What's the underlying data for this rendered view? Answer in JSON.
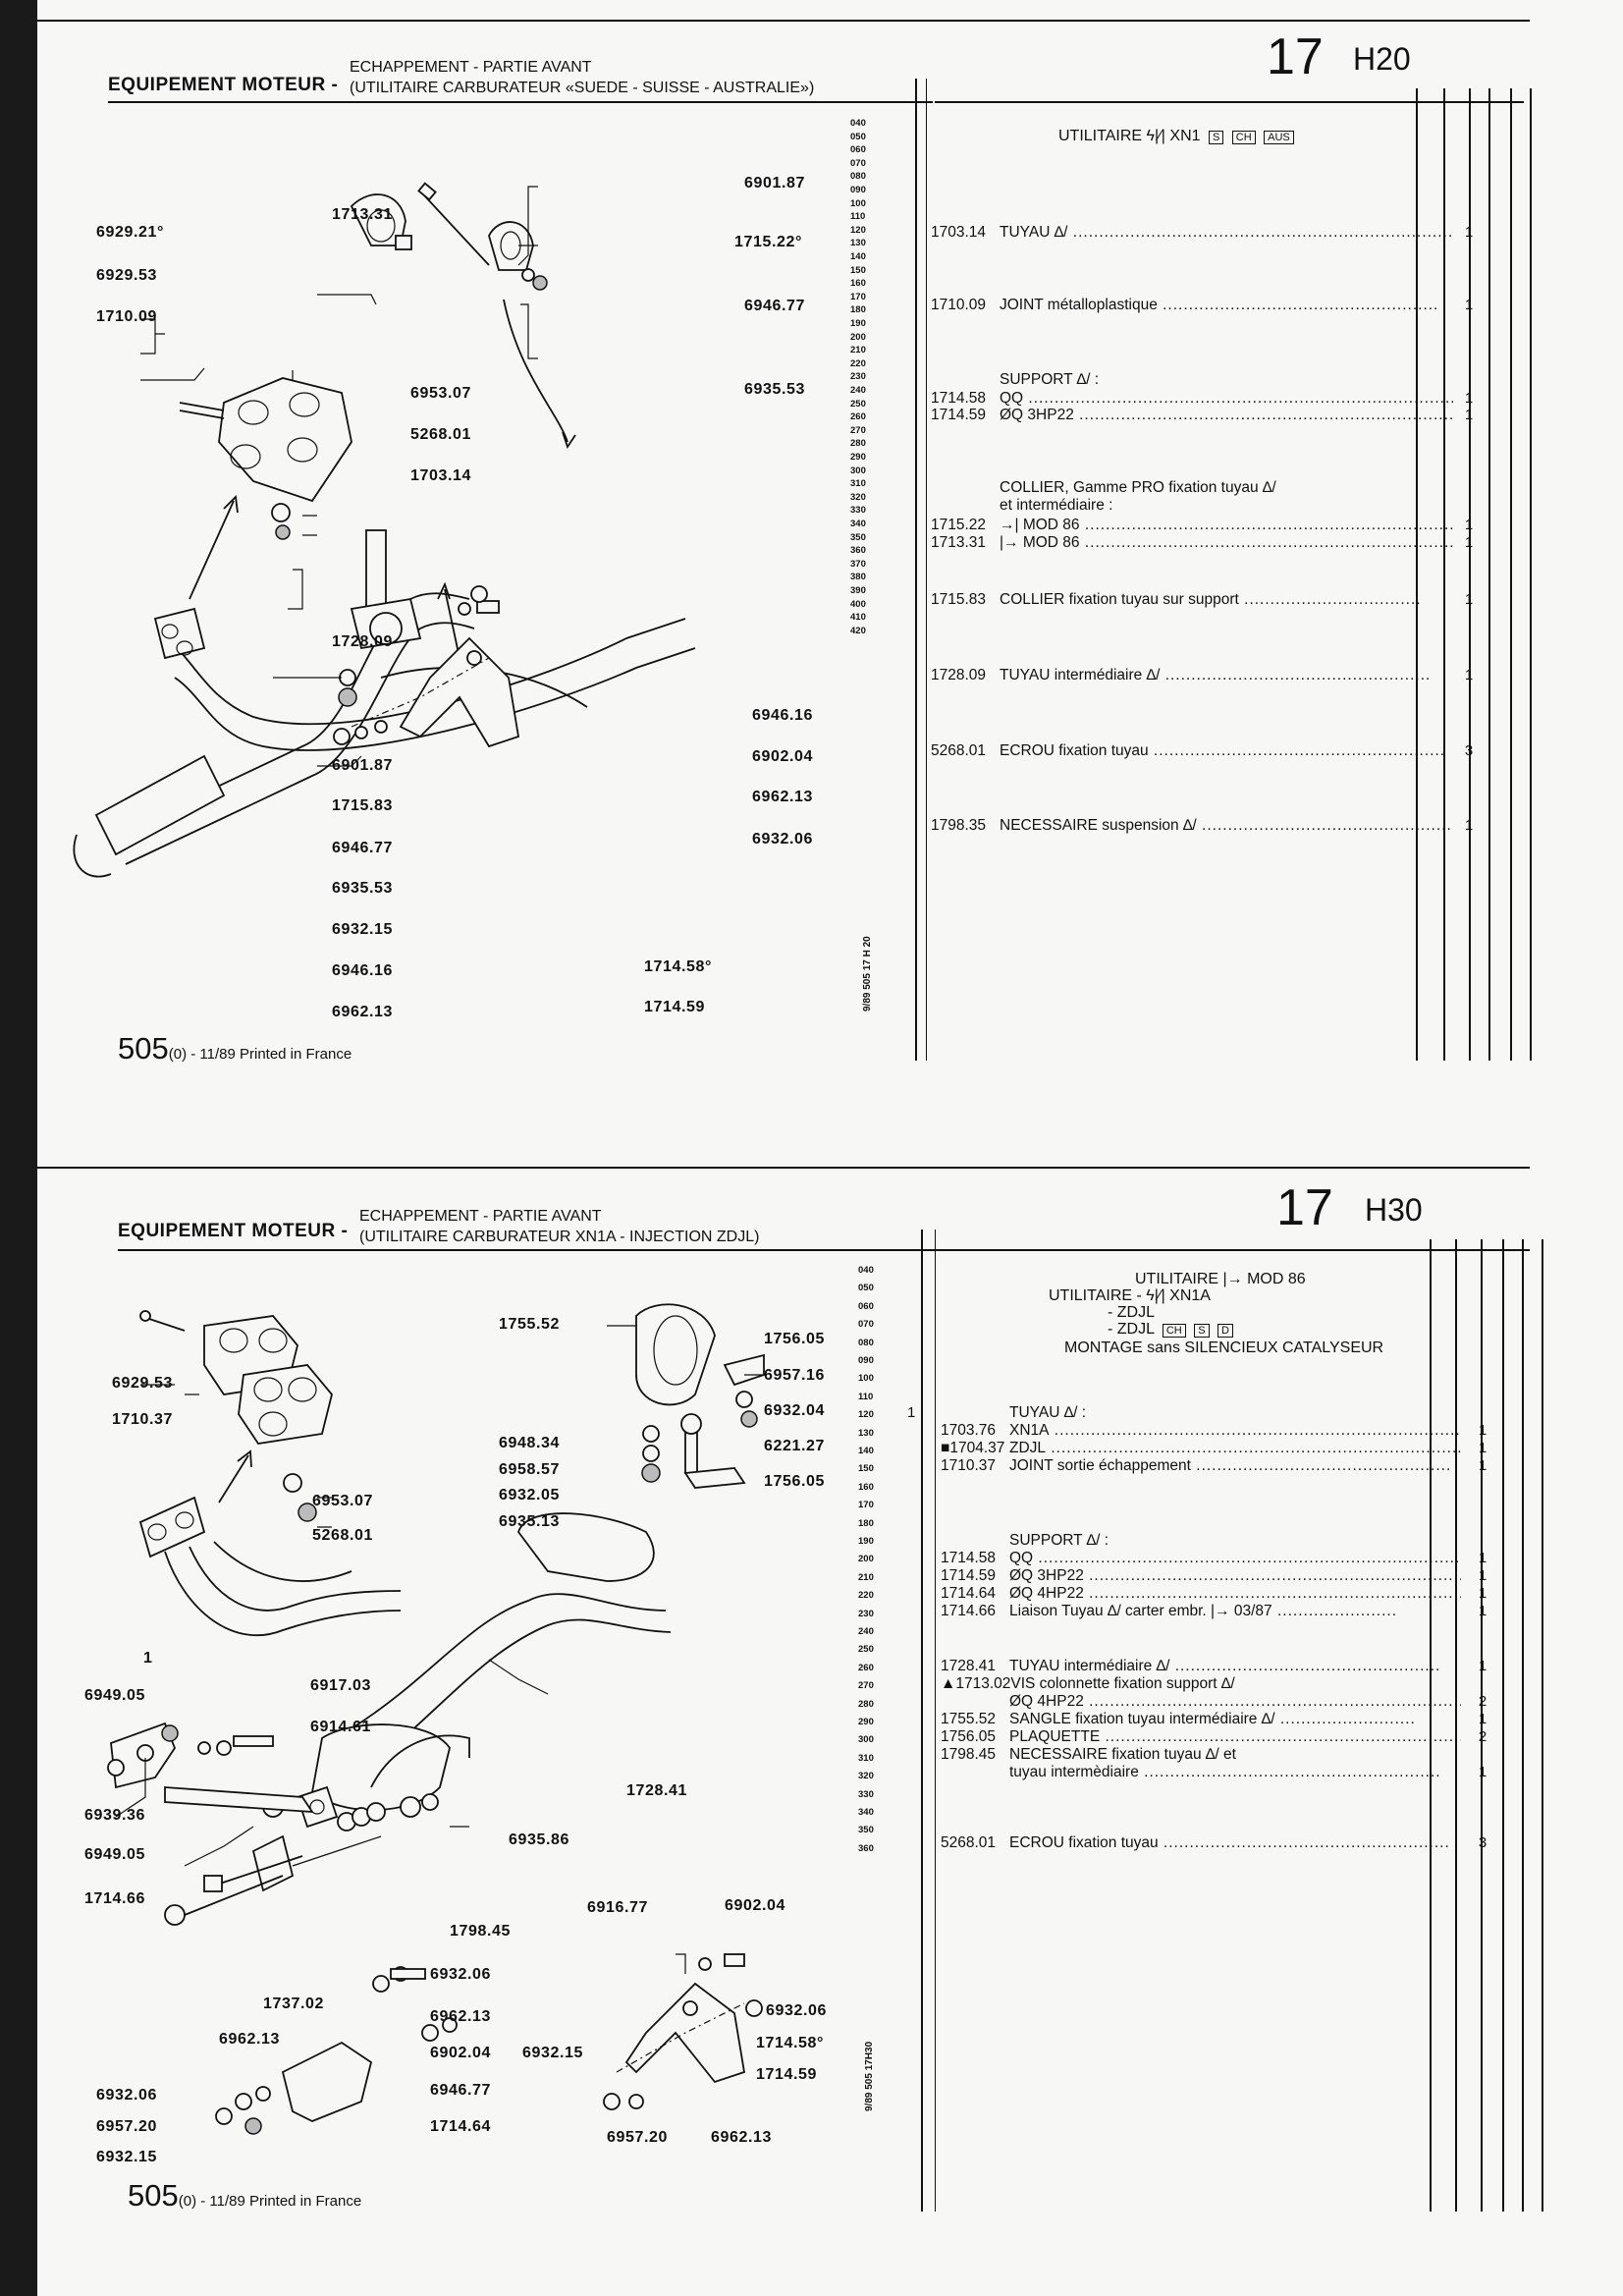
{
  "top": {
    "section": "EQUIPEMENT MOTEUR -",
    "title_line1": "ECHAPPEMENT - PARTIE AVANT",
    "title_line2": "(UTILITAIRE CARBURATEUR «SUEDE - SUISSE - AUSTRALIE»)",
    "group_number": "17",
    "group_code": "H20",
    "scale": [
      "040",
      "050",
      "060",
      "070",
      "080",
      "090",
      "100",
      "110",
      "120",
      "130",
      "140",
      "150",
      "160",
      "170",
      "180",
      "190",
      "200",
      "210",
      "220",
      "230",
      "240",
      "250",
      "260",
      "270",
      "280",
      "290",
      "300",
      "310",
      "320",
      "330",
      "340",
      "350",
      "360",
      "370",
      "380",
      "390",
      "400",
      "410",
      "420"
    ],
    "side_code": "9/89   505 17 H 20",
    "labels_left": [
      "6929.21°",
      "6929.53",
      "1710.09",
      "1728.09",
      "6901.87",
      "1715.83",
      "6946.77",
      "6935.53",
      "6932.15",
      "6946.16",
      "6962.13"
    ],
    "labels_mid": [
      "1713.31",
      "6953.07",
      "5268.01",
      "1703.14",
      "6946.16",
      "6902.04",
      "6962.13",
      "6932.06",
      "1714.58°",
      "1714.59"
    ],
    "labels_right": [
      "6901.87",
      "1715.22°",
      "6946.77",
      "6935.53"
    ],
    "application": "UTILITAIRE",
    "application_icons": "ϟ|⁄| XN1",
    "country_boxes": [
      "S",
      "CH",
      "AUS"
    ],
    "rows": [
      {
        "ref": "1703.14",
        "text": "TUYAU  ∆/",
        "qty": "1"
      },
      {
        "ref": "1710.09",
        "text": "JOINT métalloplastique",
        "qty": "1"
      },
      {
        "ref": "",
        "text": "SUPPORT  ∆/  :",
        "qty": ""
      },
      {
        "ref": "1714.58",
        "text": "QQ",
        "qty": "1"
      },
      {
        "ref": "1714.59",
        "text": "ØQ  3HP22",
        "qty": "1"
      },
      {
        "ref": "",
        "text": "COLLIER, Gamme PRO fixation tuyau  ∆/",
        "qty": ""
      },
      {
        "ref": "",
        "text": "et intermédiaire :",
        "qty": ""
      },
      {
        "ref": "1715.22",
        "text": "→|  MOD 86",
        "qty": "1"
      },
      {
        "ref": "1713.31",
        "text": "|→  MOD 86",
        "qty": "1"
      },
      {
        "ref": "1715.83",
        "text": "COLLIER fixation tuyau sur support",
        "qty": "1"
      },
      {
        "ref": "1728.09",
        "text": "TUYAU intermédiaire  ∆/",
        "qty": "1"
      },
      {
        "ref": "5268.01",
        "text": "ECROU fixation tuyau",
        "qty": "3"
      },
      {
        "ref": "1798.35",
        "text": "NECESSAIRE suspension  ∆/",
        "qty": "1"
      }
    ],
    "footer_model": "505",
    "footer_text": "(0) - 11/89 Printed in France"
  },
  "bottom": {
    "section": "EQUIPEMENT MOTEUR -",
    "title_line1": "ECHAPPEMENT - PARTIE AVANT",
    "title_line2": "(UTILITAIRE CARBURATEUR XN1A - INJECTION ZDJL)",
    "group_number": "17",
    "group_code": "H30",
    "scale": [
      "040",
      "050",
      "060",
      "070",
      "080",
      "090",
      "100",
      "110",
      "120",
      "130",
      "140",
      "150",
      "160",
      "170",
      "180",
      "190",
      "200",
      "210",
      "220",
      "230",
      "240",
      "250",
      "260",
      "270",
      "280",
      "290",
      "300",
      "310",
      "320",
      "330",
      "340",
      "350",
      "360"
    ],
    "side_code": "9/89   505 17H30",
    "labels": [
      "1755.52",
      "1756.05",
      "6957.16",
      "6932.04",
      "6221.27",
      "6948.34",
      "6958.57",
      "6932.05",
      "6935.13",
      "1756.05",
      "6929.53",
      "1710.37",
      "6953.07",
      "5268.01",
      "1",
      "6949.05",
      "6917.03",
      "6914.61",
      "6939.36",
      "6949.05",
      "1714.66",
      "1728.41",
      "6935.86",
      "1798.45",
      "6916.77",
      "6902.04",
      "6932.06",
      "1737.02",
      "6962.13",
      "6962.13",
      "6902.04",
      "6946.77",
      "6932.06",
      "6957.20",
      "6932.15",
      "1714.64",
      "6932.15",
      "6932.06",
      "1714.58°",
      "1714.59",
      "6957.20",
      "6962.13"
    ],
    "app_line1": "UTILITAIRE |→  MOD 86",
    "app_line2": "UTILITAIRE - ϟ|⁄| XN1A",
    "app_line3": "- ZDJL",
    "app_line4": "- ZDJL",
    "country_boxes": [
      "CH",
      "S",
      "D"
    ],
    "app_line5": "MONTAGE sans SILENCIEUX CATALYSEUR",
    "marker_1": "1",
    "rows": [
      {
        "ref": "",
        "text": "TUYAU  ∆/  :",
        "qty": ""
      },
      {
        "ref": "1703.76",
        "text": "XN1A",
        "qty": "1"
      },
      {
        "ref": "■1704.37",
        "text": "ZDJL",
        "qty": "1"
      },
      {
        "ref": "1710.37",
        "text": "JOINT sortie échappement",
        "qty": "1"
      },
      {
        "ref": "",
        "text": "SUPPORT  ∆/  :",
        "qty": ""
      },
      {
        "ref": "1714.58",
        "text": "QQ",
        "qty": "1"
      },
      {
        "ref": "1714.59",
        "text": "ØQ  3HP22",
        "qty": "1"
      },
      {
        "ref": "1714.64",
        "text": "ØQ  4HP22",
        "qty": "1"
      },
      {
        "ref": "1714.66",
        "text": "Liaison Tuyau  ∆/  carter embr. |→  03/87",
        "qty": "1"
      },
      {
        "ref": "1728.41",
        "text": "TUYAU intermédiaire  ∆/",
        "qty": "1"
      },
      {
        "ref": "▲1713.02",
        "text": "VIS colonnette fixation support  ∆/",
        "qty": ""
      },
      {
        "ref": "",
        "text": "ØQ  4HP22",
        "qty": "2"
      },
      {
        "ref": "1755.52",
        "text": "SANGLE fixation tuyau intermédiaire  ∆/",
        "qty": "1"
      },
      {
        "ref": "1756.05",
        "text": "PLAQUETTE",
        "qty": "2"
      },
      {
        "ref": "1798.45",
        "text": "NECESSAIRE fixation tuyau  ∆/  et",
        "qty": ""
      },
      {
        "ref": "",
        "text": "tuyau intermèdiaire",
        "qty": "1"
      },
      {
        "ref": "5268.01",
        "text": "ECROU fixation tuyau",
        "qty": "3"
      }
    ],
    "footer_model": "505",
    "footer_text": "(0) - 11/89 Printed in France"
  }
}
